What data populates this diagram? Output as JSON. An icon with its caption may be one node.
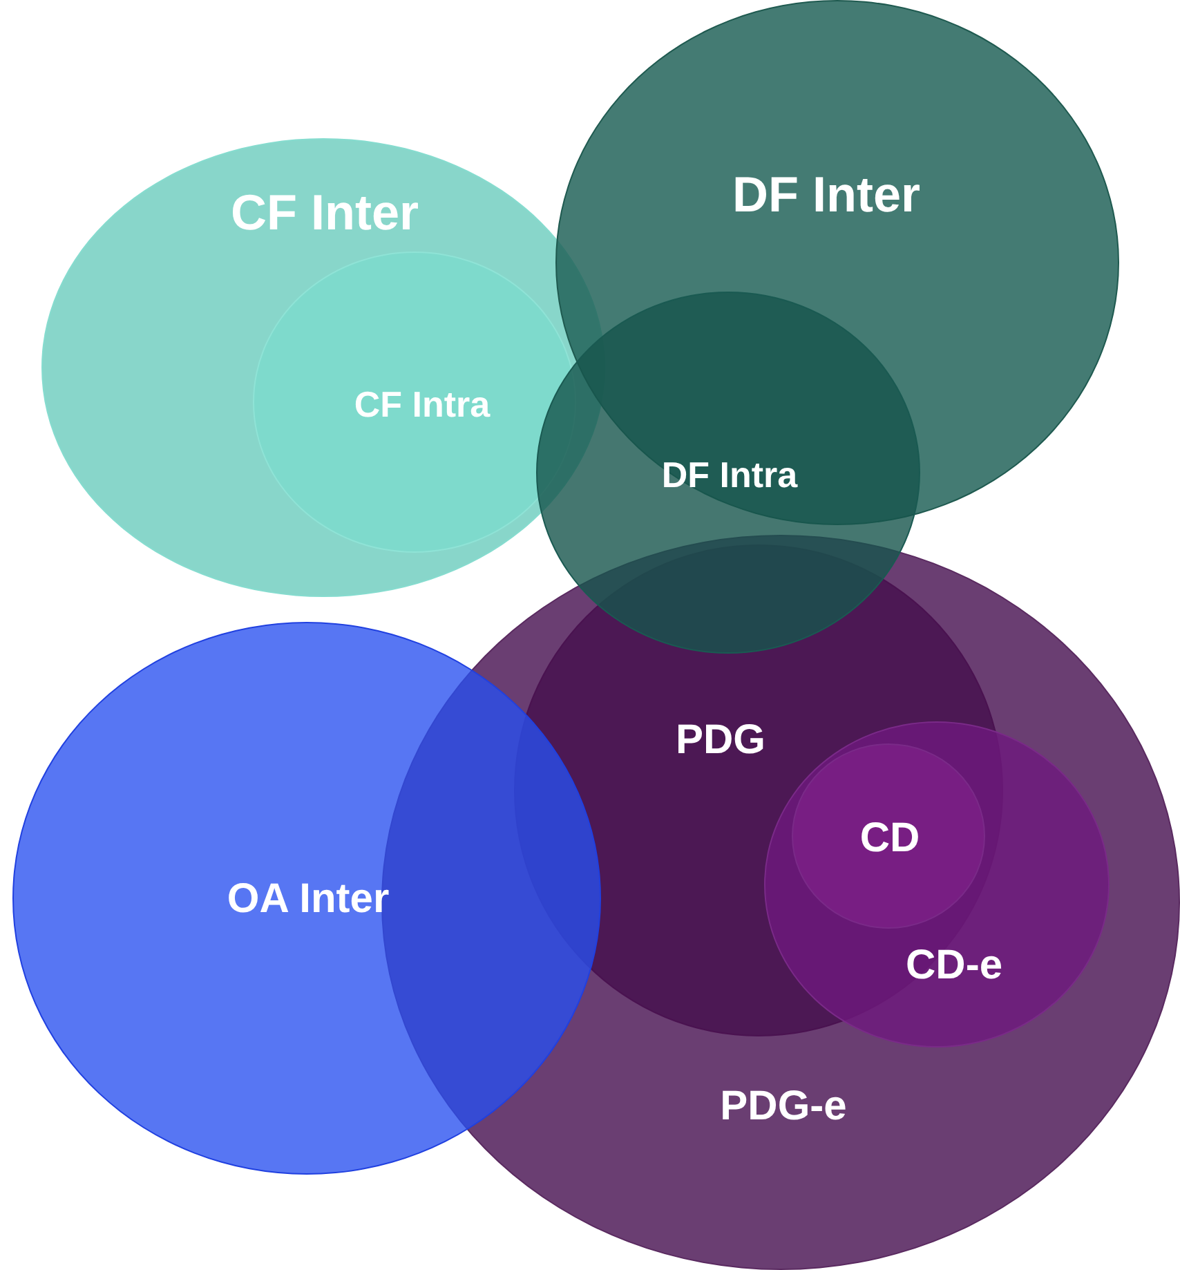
{
  "diagram": {
    "nodes": [
      {
        "text": [
          "CF Inter"
        ]
      },
      {
        "text": [
          "DF Inter"
        ]
      },
      {
        "text": [
          "CF Intra"
        ],
        "in": 0
      },
      {
        "text": [
          "DF Intra"
        ]
      },
      {
        "text": [
          "PDG"
        ],
        "in": 8
      },
      {
        "text": [
          "CD"
        ]
      },
      {
        "text": [
          "OA Inter"
        ]
      },
      {
        "text": [
          "CD-e"
        ],
        "in": 8
      },
      {
        "text": [
          "PDG-e"
        ]
      }
    ]
  }
}
